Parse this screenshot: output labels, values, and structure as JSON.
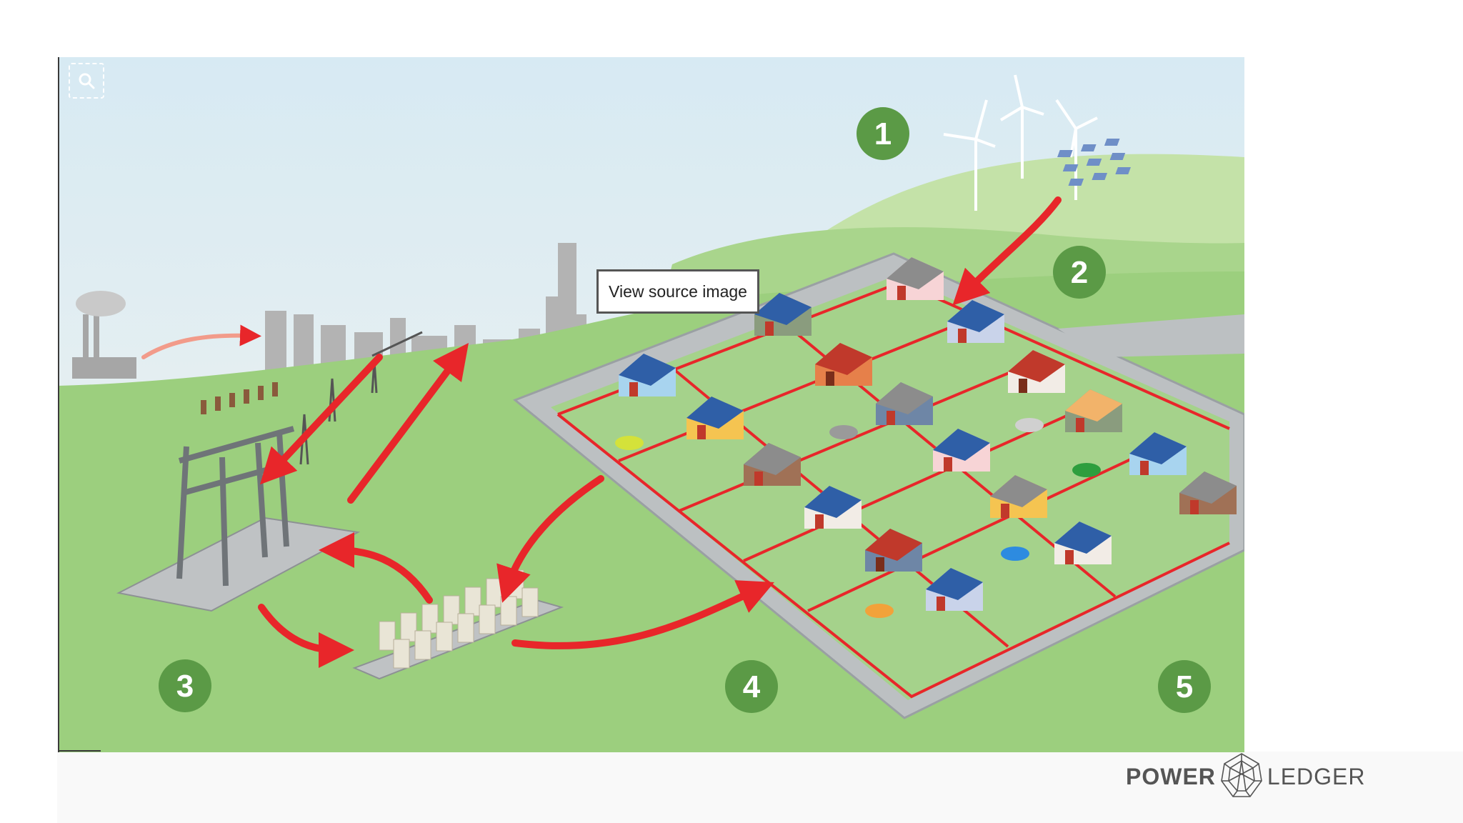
{
  "diagram": {
    "step_labels": [
      "1",
      "2",
      "3",
      "4",
      "5"
    ]
  },
  "tooltip": {
    "text": "View source image"
  },
  "visual_search": {
    "icon": "magnifier-icon"
  },
  "brand": {
    "word_1": "POWER",
    "word_2": "LEDGER",
    "mark_icon": "geometric-sphere-icon"
  },
  "colors": {
    "grass": "#9ccf7e",
    "sky": "#e9f3f6",
    "road": "#b9bdbf",
    "power_line": "#e8262a",
    "badge": "#5b9a46",
    "logo_gray": "#555555"
  }
}
